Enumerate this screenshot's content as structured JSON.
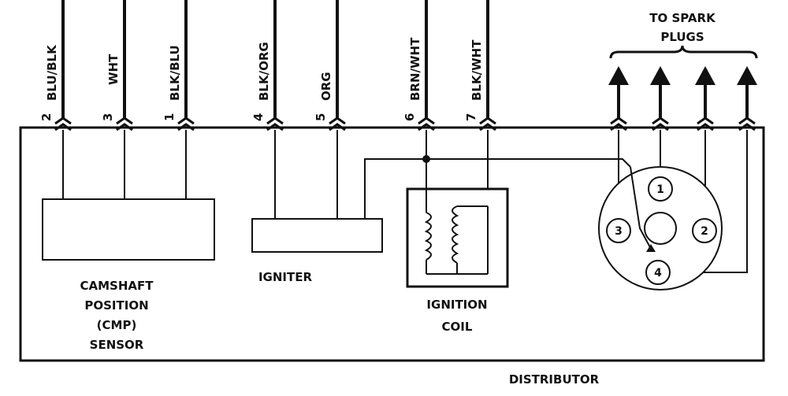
{
  "wires": [
    {
      "pin": "2",
      "color": "BLU/BLK"
    },
    {
      "pin": "3",
      "color": "WHT"
    },
    {
      "pin": "1",
      "color": "BLK/BLU"
    },
    {
      "pin": "4",
      "color": "BLK/ORG"
    },
    {
      "pin": "5",
      "color": "ORG"
    },
    {
      "pin": "6",
      "color": "BRN/WHT"
    },
    {
      "pin": "7",
      "color": "BLK/WHT"
    }
  ],
  "spark_plugs_label": {
    "line1": "TO SPARK",
    "line2": "PLUGS"
  },
  "components": {
    "cmp_sensor": {
      "line1": "CAMSHAFT",
      "line2": "POSITION",
      "line3": "(CMP)",
      "line4": "SENSOR"
    },
    "igniter": "IGNITER",
    "ignition_coil": {
      "line1": "IGNITION",
      "line2": "COIL"
    },
    "distributor": "DISTRIBUTOR"
  },
  "distributor_cap_terminals": [
    "1",
    "2",
    "3",
    "4"
  ]
}
